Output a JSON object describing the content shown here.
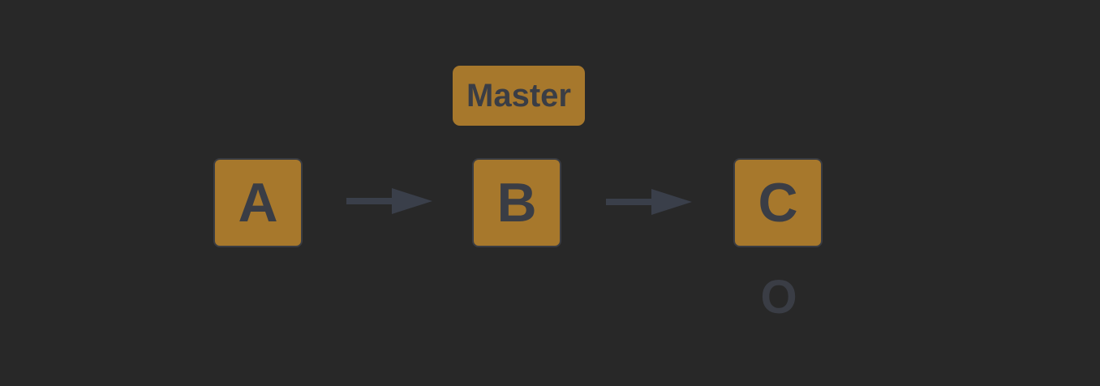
{
  "branch_label": {
    "text": "Master"
  },
  "commits": [
    {
      "id": "A"
    },
    {
      "id": "B"
    },
    {
      "id": "C"
    }
  ],
  "origin_label": {
    "text": "O"
  },
  "colors": {
    "background": "#282828",
    "node_fill": "#a7782c",
    "node_border": "#3a3c42",
    "text": "#3a3d45",
    "arrow": "#3a3f4a"
  }
}
